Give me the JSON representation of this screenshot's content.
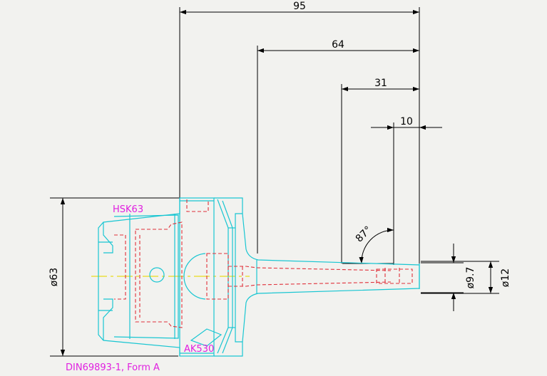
{
  "colors": {
    "background": "#f2f2ef",
    "dimension": "#000000",
    "outline": "#19c6d2",
    "hidden": "#e0303a",
    "centerline": "#e8dc1e",
    "label": "#e020e0"
  },
  "dimensions": {
    "len_95": "95",
    "len_64": "64",
    "len_31": "31",
    "len_10": "10",
    "angle": "87°",
    "dia_63": "ø63",
    "dia_9_7": "ø9.7",
    "dia_12": "ø12"
  },
  "labels": {
    "interface": "HSK63",
    "collet": "AK530",
    "standard": "DIN69893-1, Form A"
  }
}
